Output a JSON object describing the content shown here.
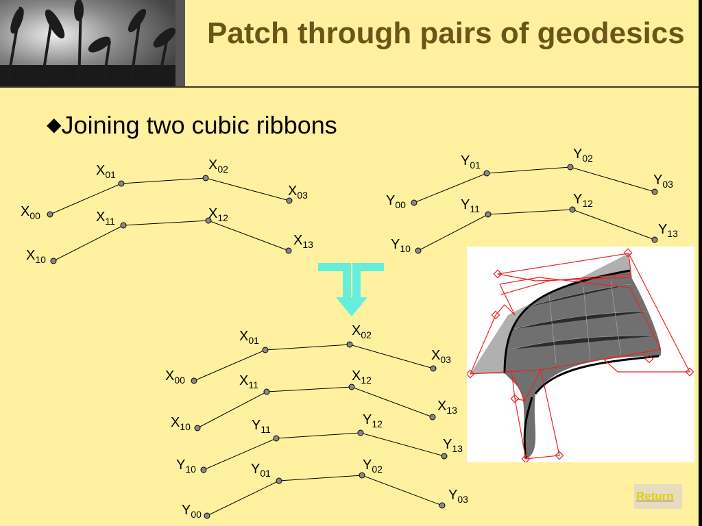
{
  "slide": {
    "title": "Patch through pairs of geodesics",
    "bullet": "Joining two cubic ribbons",
    "return_label": "Return"
  },
  "colors": {
    "background": "#fff1a0",
    "title": "#6b5618",
    "arrow": "#66eedd",
    "control_polygon": "#ee2222"
  },
  "diagrams": {
    "x_ribbon": {
      "rows": [
        [
          {
            "n": "X",
            "s": "00"
          },
          {
            "n": "X",
            "s": "01"
          },
          {
            "n": "X",
            "s": "02"
          },
          {
            "n": "X",
            "s": "03"
          }
        ],
        [
          {
            "n": "X",
            "s": "10"
          },
          {
            "n": "X",
            "s": "11"
          },
          {
            "n": "X",
            "s": "12"
          },
          {
            "n": "X",
            "s": "13"
          }
        ]
      ]
    },
    "y_ribbon": {
      "rows": [
        [
          {
            "n": "Y",
            "s": "00"
          },
          {
            "n": "Y",
            "s": "01"
          },
          {
            "n": "Y",
            "s": "02"
          },
          {
            "n": "Y",
            "s": "03"
          }
        ],
        [
          {
            "n": "Y",
            "s": "10"
          },
          {
            "n": "Y",
            "s": "11"
          },
          {
            "n": "Y",
            "s": "12"
          },
          {
            "n": "Y",
            "s": "13"
          }
        ]
      ]
    },
    "joined": {
      "rows": [
        [
          {
            "n": "X",
            "s": "00"
          },
          {
            "n": "X",
            "s": "01"
          },
          {
            "n": "X",
            "s": "02"
          },
          {
            "n": "X",
            "s": "03"
          }
        ],
        [
          {
            "n": "X",
            "s": "10"
          },
          {
            "n": "X",
            "s": "11"
          },
          {
            "n": "X",
            "s": "12"
          },
          {
            "n": "X",
            "s": "13"
          }
        ],
        [
          {
            "n": "Y",
            "s": "10"
          },
          {
            "n": "Y",
            "s": "11"
          },
          {
            "n": "Y",
            "s": "12"
          },
          {
            "n": "Y",
            "s": "13"
          }
        ],
        [
          {
            "n": "Y",
            "s": "00"
          },
          {
            "n": "Y",
            "s": "01"
          },
          {
            "n": "Y",
            "s": "02"
          },
          {
            "n": "Y",
            "s": "03"
          }
        ]
      ]
    }
  }
}
